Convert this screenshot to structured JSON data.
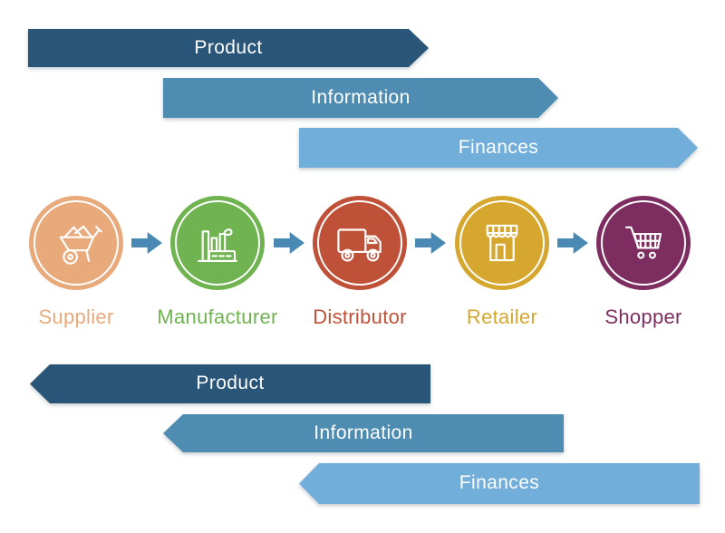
{
  "colors": {
    "connector_blue": "#4A89B4",
    "banner_text": "#FFFFFF"
  },
  "top_flows": [
    {
      "label": "Product",
      "color": "#285578",
      "direction": "right"
    },
    {
      "label": "Information",
      "color": "#4F8CB1",
      "direction": "right"
    },
    {
      "label": "Finances",
      "color": "#72AEDA",
      "direction": "right"
    }
  ],
  "stages": [
    {
      "label": "Supplier",
      "color": "#E8A97B",
      "icon": "wheelbarrow-icon"
    },
    {
      "label": "Manufacturer",
      "color": "#70B351",
      "icon": "factory-icon"
    },
    {
      "label": "Distributor",
      "color": "#BF5138",
      "icon": "delivery-truck-icon"
    },
    {
      "label": "Retailer",
      "color": "#D6A72E",
      "icon": "storefront-icon"
    },
    {
      "label": "Shopper",
      "color": "#7D2D5F",
      "icon": "shopping-cart-icon"
    }
  ],
  "bottom_flows": [
    {
      "label": "Product",
      "color": "#285578",
      "direction": "left"
    },
    {
      "label": "Information",
      "color": "#4F8CB1",
      "direction": "left"
    },
    {
      "label": "Finances",
      "color": "#72AEDA",
      "direction": "left"
    }
  ]
}
